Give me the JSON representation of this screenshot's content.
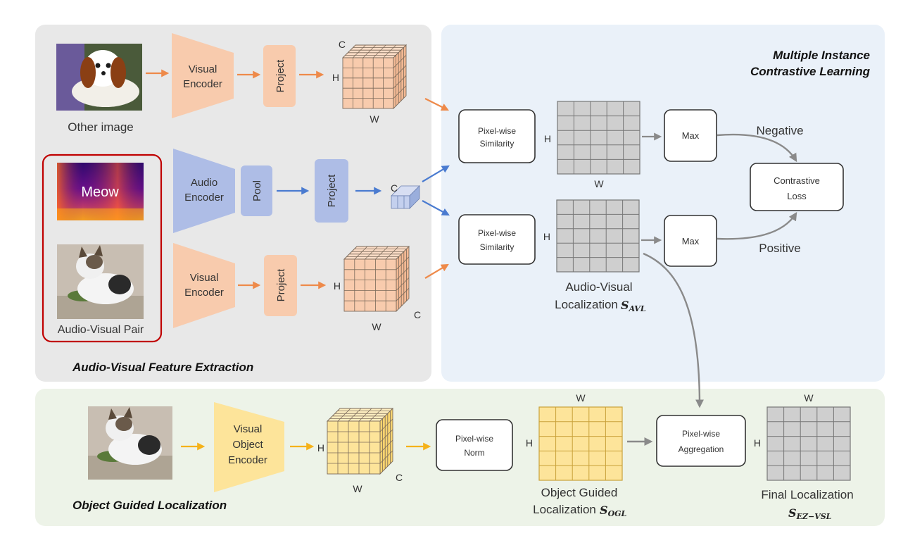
{
  "panels": {
    "feature_extraction_title": "Audio-Visual Feature Extraction",
    "mil_title_line1": "Multiple Instance",
    "mil_title_line2": "Contrastive Learning",
    "ogl_title": "Object Guided Localization"
  },
  "inputs": {
    "other_image_caption": "Other image",
    "spectrogram_word": "Meow",
    "pair_caption": "Audio-Visual Pair"
  },
  "modules": {
    "visual_encoder_1": "Visual",
    "visual_encoder_2": "Encoder",
    "audio_encoder_1": "Audio",
    "audio_encoder_2": "Encoder",
    "pool": "Pool",
    "project": "Project",
    "visual_object_encoder_1": "Visual",
    "visual_object_encoder_2": "Object",
    "visual_object_encoder_3": "Encoder",
    "pixelwise_similarity_1": "Pixel-wise",
    "pixelwise_similarity_2": "Similarity",
    "max": "Max",
    "contrastive_loss_1": "Contrastive",
    "contrastive_loss_2": "Loss",
    "pixelwise_norm_1": "Pixel-wise",
    "pixelwise_norm_2": "Norm",
    "pixelwise_aggregation_1": "Pixel-wise",
    "pixelwise_aggregation_2": "Aggregation"
  },
  "dims": {
    "C": "C",
    "H": "H",
    "W": "W"
  },
  "edges": {
    "negative": "Negative",
    "positive": "Positive"
  },
  "outputs": {
    "avl_line1": "Audio-Visual",
    "avl_line2": "Localization",
    "avl_symbol": "S",
    "avl_subscript": "AVL",
    "ogl_line1": "Object Guided",
    "ogl_line2": "Localization",
    "ogl_symbol": "S",
    "ogl_subscript": "OGL",
    "final_line1": "Final Localization",
    "final_symbol": "S",
    "final_subscript": "EZ−VSL"
  },
  "colors": {
    "panel_gray": "#e8e8e8",
    "panel_blue": "#eaf1f9",
    "panel_green": "#edf3e8",
    "orange": "#ee8a4a",
    "orange_fill": "#f8cbad",
    "blue": "#4a7bd0",
    "blue_fill": "#aebde6",
    "yellow": "#f5b21a",
    "yellow_fill": "#fde49a",
    "gray_arrow": "#8a8a8a",
    "map_gray": "#cfcfcf",
    "pair_border": "#c00000"
  },
  "icons": [
    "puppy-image",
    "spectrogram-image",
    "kitten-image",
    "arrow-icon"
  ]
}
